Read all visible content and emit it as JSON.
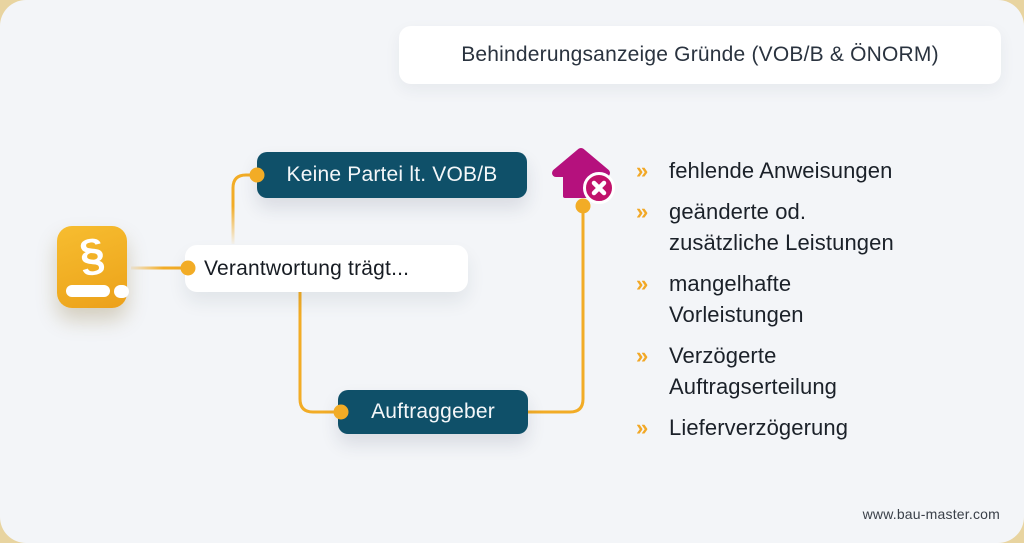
{
  "header": {
    "title": "Behinderungsanzeige Gründe (VOB/B & ÖNORM)"
  },
  "mindmap": {
    "root_label": "Verantwortung trägt...",
    "branch_top_label": "Keine Partei lt. VOB/B",
    "branch_bottom_label": "Auftraggeber",
    "book_icon_glyph": "§",
    "cancel_badge_glyph": "✕"
  },
  "reasons": {
    "bullet_glyph": "»",
    "items": [
      "fehlende Anweisungen",
      "geänderte od.\nzusätzliche Leistungen",
      "mangelhafte\nVorleistungen",
      "Verzögerte\nAuftragserteilung",
      "Lieferverzögerung"
    ]
  },
  "footer": {
    "website": "www.bau-master.com"
  },
  "colors": {
    "accent_yellow": "#F2AC26",
    "node_teal": "#0F5069",
    "house_magenta": "#B5117D",
    "badge_magenta": "#C1126B",
    "card_background": "#F3F5F8",
    "page_background": "#E8D4A0",
    "title_text": "#2A333F",
    "body_text": "#1B2129"
  }
}
